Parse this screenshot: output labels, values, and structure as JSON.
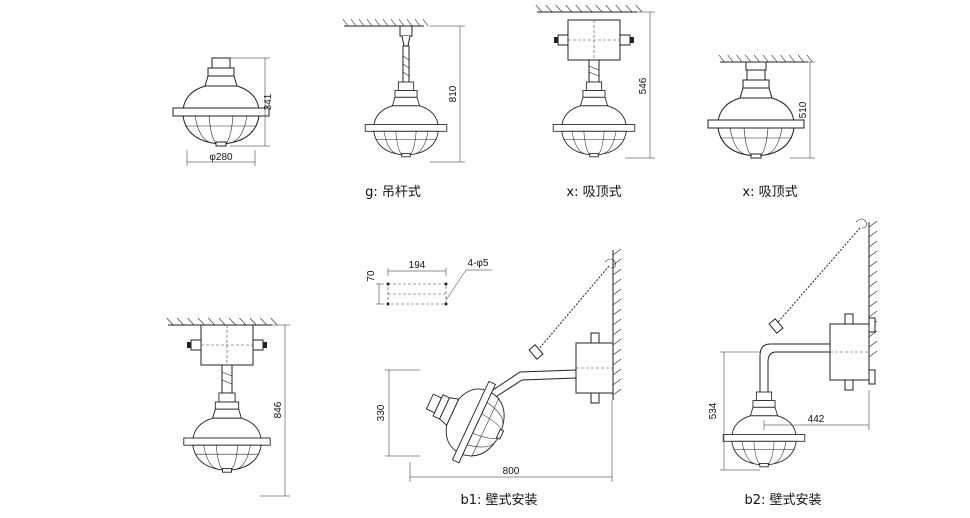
{
  "variants": [
    {
      "id": "base",
      "dims": {
        "height": "341",
        "diameter": "φ280"
      }
    },
    {
      "id": "g",
      "caption": "g: 吊杆式",
      "dims": {
        "height": "810"
      }
    },
    {
      "id": "x1",
      "caption": "x: 吸顶式",
      "dims": {
        "height": "546"
      }
    },
    {
      "id": "x2",
      "caption": "x: 吸顶式",
      "dims": {
        "height": "510"
      }
    },
    {
      "id": "bracket",
      "dims": {
        "height": "846"
      }
    },
    {
      "id": "b1",
      "caption": "b1: 壁式安装",
      "dims": {
        "height": "330",
        "length": "800",
        "hole_spacing": "194",
        "hole_height": "70",
        "holes": "4-φ5"
      }
    },
    {
      "id": "b2",
      "caption": "b2: 壁式安装",
      "dims": {
        "height": "534",
        "length": "442"
      }
    }
  ]
}
